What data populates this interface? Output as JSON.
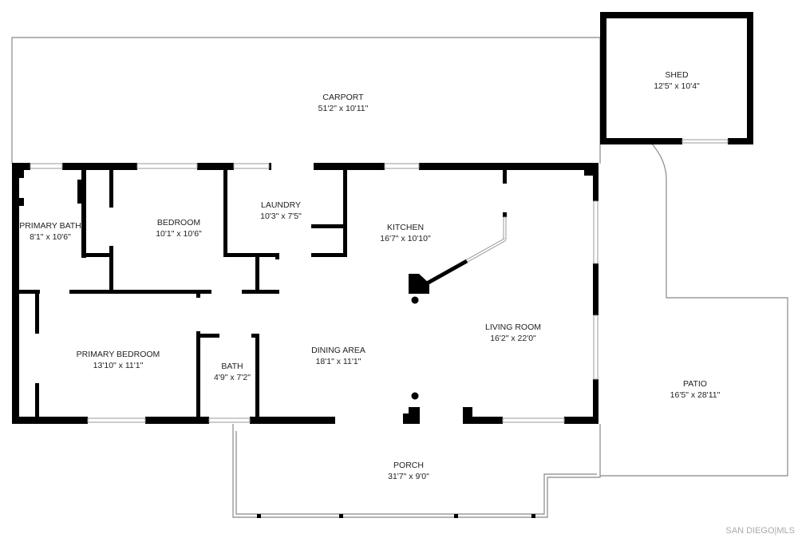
{
  "plan": {
    "rooms": [
      {
        "name": "CARPORT",
        "size": "51'2\" x 10'11\""
      },
      {
        "name": "SHED",
        "size": "12'5\" x 10'4\""
      },
      {
        "name": "PRIMARY BATH",
        "size": "8'1\" x 10'6\""
      },
      {
        "name": "BEDROOM",
        "size": "10'1\" x 10'6\""
      },
      {
        "name": "LAUNDRY",
        "size": "10'3\" x 7'5\""
      },
      {
        "name": "KITCHEN",
        "size": "16'7\" x 10'10\""
      },
      {
        "name": "LIVING ROOM",
        "size": "16'2\" x 22'0\""
      },
      {
        "name": "PRIMARY BEDROOM",
        "size": "13'10\" x 11'1\""
      },
      {
        "name": "BATH",
        "size": "4'9\" x 7'2\""
      },
      {
        "name": "DINING AREA",
        "size": "18'1\" x 11'1\""
      },
      {
        "name": "PATIO",
        "size": "16'5\" x 28'11\""
      },
      {
        "name": "PORCH",
        "size": "31'7\" x 9'0\""
      }
    ],
    "watermark": "SAN DIEGO|MLS",
    "wall_color": "#000000"
  }
}
